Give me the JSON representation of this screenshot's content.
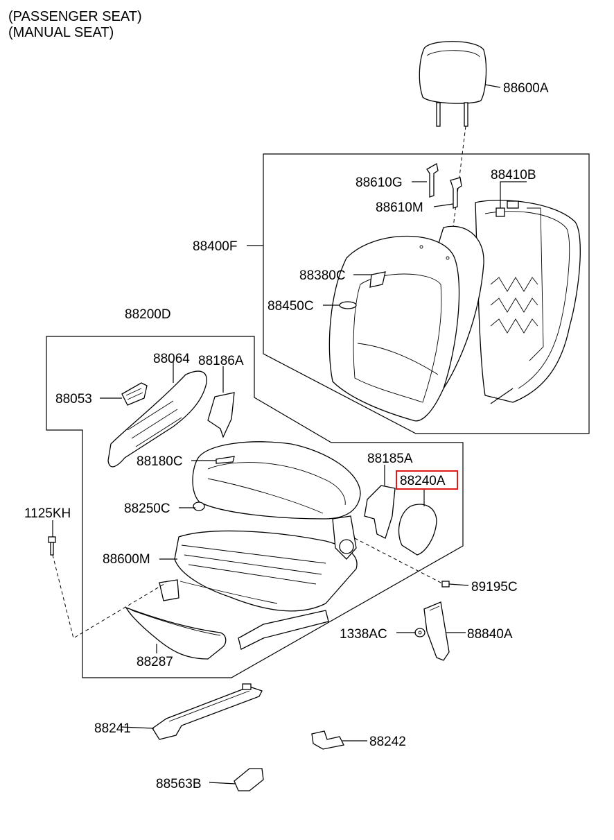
{
  "header": {
    "line1": "(PASSENGER SEAT)",
    "line2": "(MANUAL SEAT)"
  },
  "labels": {
    "p88600A": "88600A",
    "p88610G": "88610G",
    "p88410B": "88410B",
    "p88610M": "88610M",
    "p88400F": "88400F",
    "p88380C": "88380C",
    "p88450C": "88450C",
    "p88200D": "88200D",
    "p88064": "88064",
    "p88186A": "88186A",
    "p88053": "88053",
    "p88180C": "88180C",
    "p88185A": "88185A",
    "p88240A": "88240A",
    "p1125KH": "1125KH",
    "p88250C": "88250C",
    "p88600M": "88600M",
    "p89195C": "89195C",
    "p1338AC": "1338AC",
    "p88840A": "88840A",
    "p88287": "88287",
    "p88241": "88241",
    "p88242": "88242",
    "p88563B": "88563B"
  },
  "highlight": {
    "part": "88240A",
    "color": "#e01818"
  }
}
